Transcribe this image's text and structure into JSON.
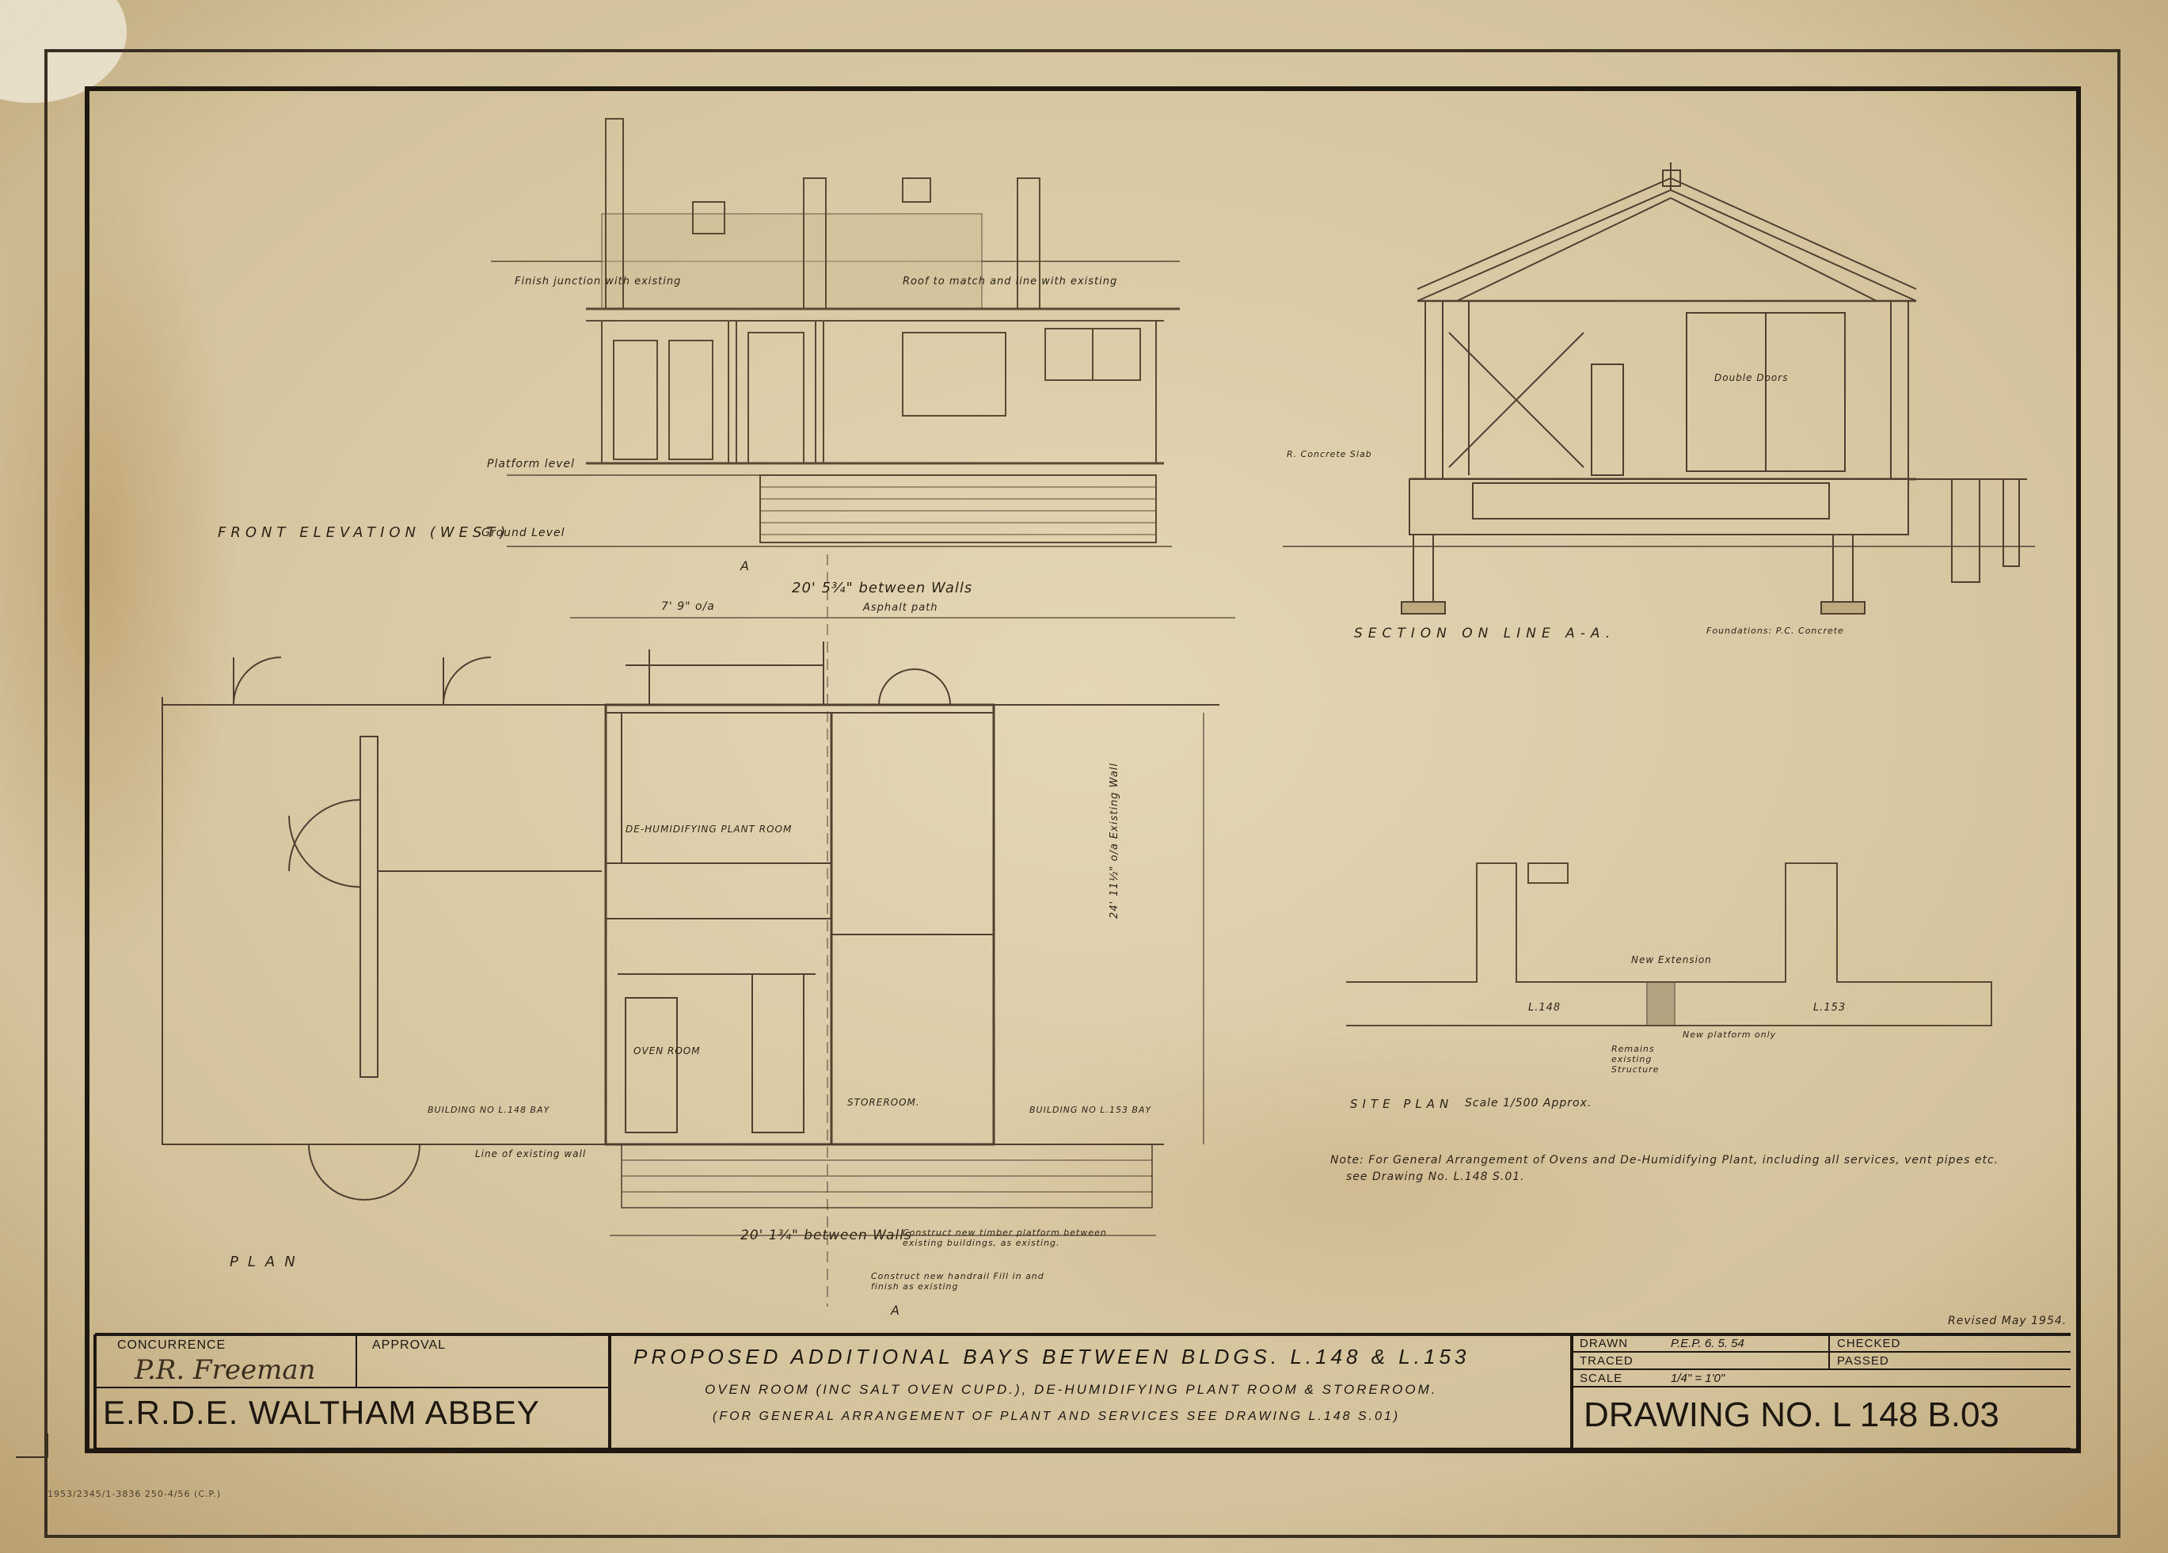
{
  "colors": {
    "paper": "#d6c6a0",
    "paper_light": "#e2d5b3",
    "stain": "#b99e6c",
    "ink": "#2a2116",
    "pencil": "#6a5a44"
  },
  "views": {
    "front_elevation": "FRONT ELEVATION (WEST)",
    "plan": "PLAN",
    "section": "SECTION ON LINE A-A.",
    "site_plan": "SITE PLAN",
    "site_plan_scale": "Scale 1/500 Approx.",
    "site_bldg_left": "L.148",
    "site_bldg_right": "L.153",
    "site_new_extension": "New Extension",
    "site_remains": "Remains existing Structure",
    "site_new_platform": "New platform only"
  },
  "annotations": {
    "ground_level": "Ground Level",
    "platform_level": "Platform level",
    "finish_junction": "Finish junction with existing",
    "roof_to_match": "Roof to match and line with existing",
    "wall_dimension": "20' 5¾\" between Walls",
    "wall_dimension_lower": "20' 1¾\" between Walls",
    "asphalt_path": "Asphalt path",
    "line_of_existing_wall": "Line of existing wall",
    "oven_room": "OVEN ROOM",
    "dehumid_room": "DE-HUMIDIFYING PLANT ROOM",
    "storeroom": "STOREROOM.",
    "building_left": "BUILDING NO L.148 BAY",
    "building_right": "BUILDING NO L.153 BAY",
    "construct_platform": "Construct new timber platform between existing buildings, as existing.",
    "construct_handrail": "Construct new handrail Fill in and finish as existing",
    "double_doors_section": "Double Doors",
    "concrete_slab": "R. Concrete Slab",
    "foundations": "Foundations: P.C. Concrete",
    "revised": "Revised May 1954.",
    "dim_7ft": "7' 9\" o/a",
    "section_mark": "A",
    "ext_wall_dim": "24' 11½\" o/a Existing Wall"
  },
  "note": {
    "line1": "Note: For General Arrangement of Ovens and De-Humidifying Plant, including all services, vent pipes etc.",
    "line2": "see Drawing No. L.148 S.01."
  },
  "title_block": {
    "concurrence_label": "CONCURRENCE",
    "approval_label": "APPROVAL",
    "signature": "P.R. Freeman",
    "organisation": "E.R.D.E. WALTHAM ABBEY",
    "title_line1": "PROPOSED ADDITIONAL BAYS BETWEEN BLDGS. L.148 & L.153",
    "title_line2": "OVEN ROOM (INC SALT OVEN CUPD.), DE-HUMIDIFYING PLANT ROOM & STOREROOM.",
    "title_line3": "(FOR GENERAL ARRANGEMENT OF PLANT AND SERVICES SEE DRAWING L.148 S.01)",
    "drawn_label": "DRAWN",
    "drawn_value": "P.E.P. 6. 5. 54",
    "traced_label": "TRACED",
    "scale_label": "SCALE",
    "scale_value": "1/4\" = 1'0\"",
    "checked_label": "CHECKED",
    "passed_label": "PASSED",
    "drawing_no": "DRAWING NO. L 148 B.03"
  },
  "margin_print": "1953/2345/1-3836  250-4/56 (C.P.)"
}
